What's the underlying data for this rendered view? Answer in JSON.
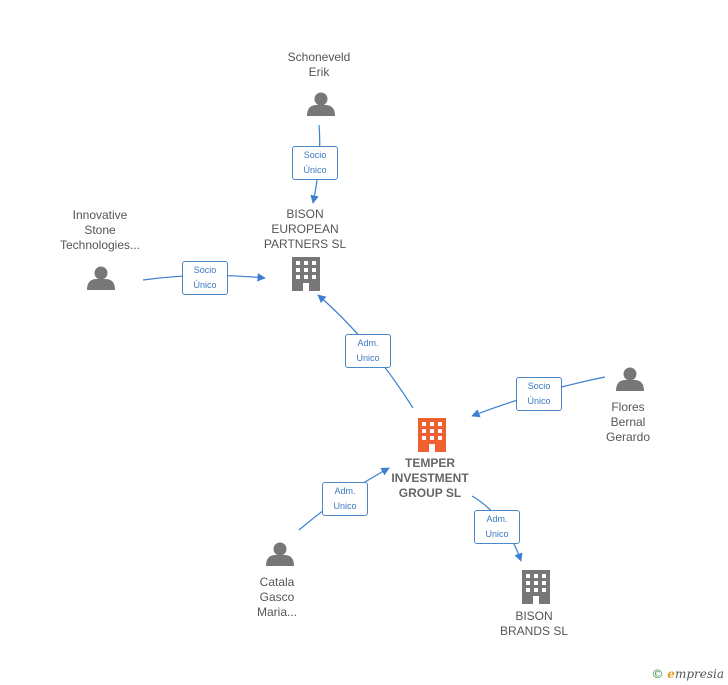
{
  "nodes": {
    "schoneveld": {
      "label": "Schoneveld\nErik",
      "type": "person"
    },
    "bison_european": {
      "label": "BISON\nEUROPEAN\nPARTNERS  SL",
      "type": "company"
    },
    "innovative": {
      "label": "Innovative\nStone\nTechnologies...",
      "type": "person"
    },
    "temper": {
      "label": "TEMPER\nINVESTMENT\nGROUP  SL",
      "type": "company-main"
    },
    "flores": {
      "label": "Flores\nBernal\nGerardo",
      "type": "person"
    },
    "catala": {
      "label": "Catala\nGasco\nMaria...",
      "type": "person"
    },
    "bison_brands": {
      "label": "BISON\nBRANDS  SL",
      "type": "company"
    }
  },
  "edges": {
    "schoneveld_to_bison": {
      "label": "Socio\nÚnico"
    },
    "innovative_to_bison": {
      "label": "Socio\nÚnico"
    },
    "temper_to_bison": {
      "label": "Adm.\nUnico"
    },
    "flores_to_temper": {
      "label": "Socio\nÚnico"
    },
    "catala_to_temper": {
      "label": "Adm.\nUnico"
    },
    "temper_to_brands": {
      "label": "Adm.\nUnico"
    }
  },
  "brand": {
    "copyright": "©",
    "e": "e",
    "rest": "mpresia"
  },
  "colors": {
    "edge": "#3a7fd0",
    "person": "#777777",
    "company": "#777777",
    "main": "#f06030"
  }
}
